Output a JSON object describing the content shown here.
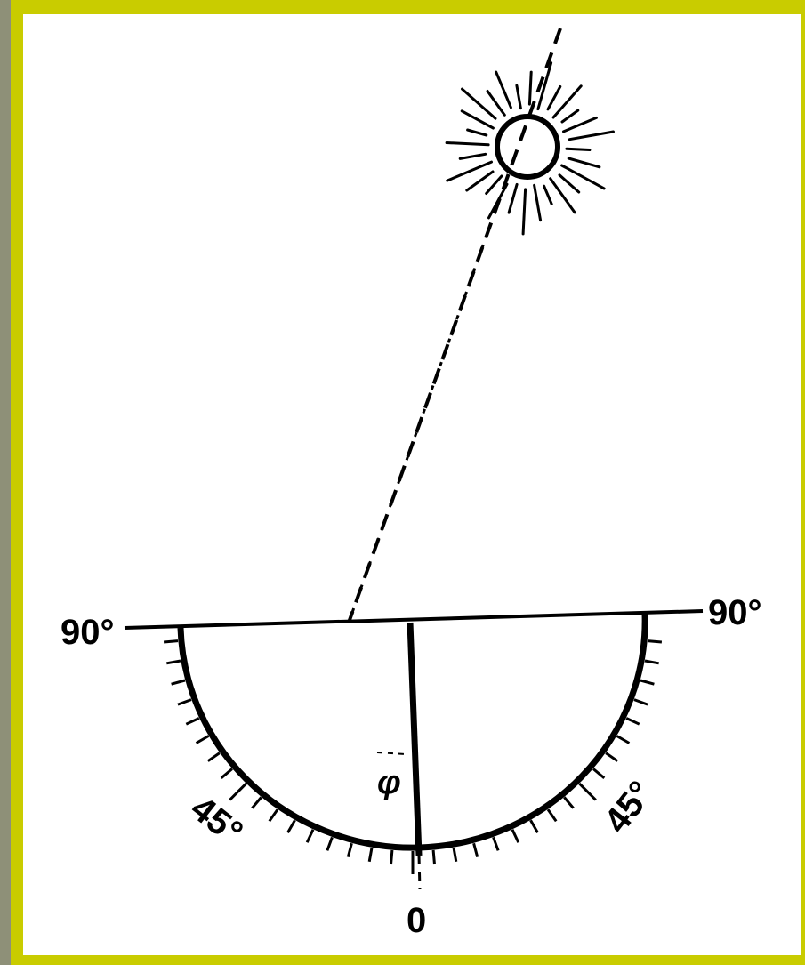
{
  "diagram": {
    "labels": {
      "left_end": "90°",
      "right_end": "90°",
      "left_mid": "45°",
      "right_mid": "45°",
      "bottom": "0",
      "angle": "φ"
    },
    "colors": {
      "frame": "#c9cc00",
      "frame_strip": "#8e9078",
      "panel": "#ffffff",
      "ink": "#000000"
    },
    "icon": "sun-icon"
  }
}
